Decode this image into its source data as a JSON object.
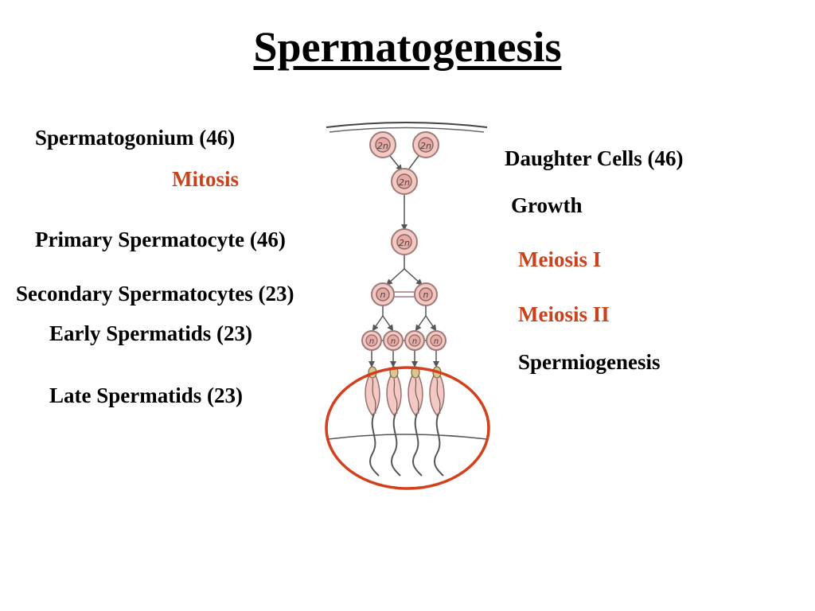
{
  "title": "Spermatogenesis",
  "left_labels": {
    "spermatogonium": "Spermatogonium (46)",
    "mitosis": "Mitosis",
    "primary": "Primary Spermatocyte (46)",
    "secondary": "Secondary Spermatocytes (23)",
    "early": "Early Spermatids (23)",
    "late": "Late Spermatids (23)"
  },
  "right_labels": {
    "daughter": "Daughter Cells (46)",
    "growth": "Growth",
    "meiosis1": "Meiosis I",
    "meiosis2": "Meiosis II",
    "spermiogenesis": "Spermiogenesis"
  },
  "cell_labels": {
    "diploid": "2n",
    "haploid": "n"
  },
  "colors": {
    "accent_red": "#c8431d",
    "cell_fill": "#f2c9c3",
    "cell_stroke": "#a07a78",
    "circle_highlight": "#d2401c"
  }
}
